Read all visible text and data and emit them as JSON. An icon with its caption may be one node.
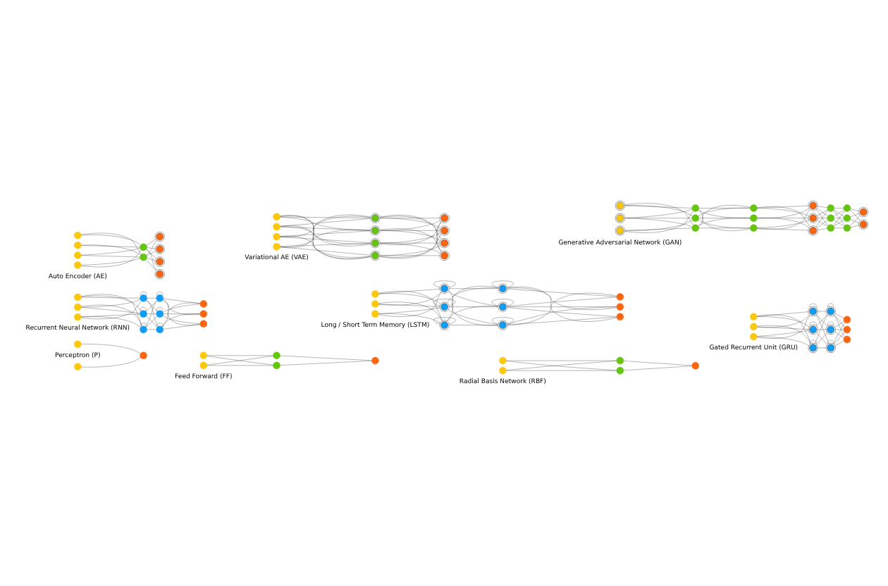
{
  "diagram": {
    "nodes": [
      {
        "text": [],
        "shape": "circle"
      },
      {
        "text": [],
        "shape": "circle"
      },
      {
        "text": [],
        "shape": "circle"
      },
      {
        "text": [],
        "shape": "circle"
      },
      {
        "text": [],
        "shape": "circle"
      },
      {
        "text": [],
        "shape": "circle"
      },
      {
        "text": [],
        "shape": "circle"
      },
      {
        "text": [],
        "shape": "circle"
      },
      {
        "text": [],
        "shape": "circle"
      },
      {
        "text": [],
        "shape": "circle"
      },
      {
        "text": [],
        "shape": "circle"
      },
      {
        "text": [],
        "shape": "circle"
      },
      {
        "text": [],
        "shape": "circle"
      },
      {
        "text": [],
        "shape": "circle"
      },
      {
        "text": [],
        "shape": "circle"
      },
      {
        "text": [],
        "shape": "circle"
      },
      {
        "text": [],
        "shape": "circle"
      },
      {
        "text": [],
        "shape": "circle"
      },
      {
        "text": [],
        "shape": "circle"
      },
      {
        "text": [],
        "shape": "circle"
      },
      {
        "text": [],
        "shape": "circle"
      },
      {
        "text": [],
        "shape": "circle"
      },
      {
        "text": [],
        "shape": "circle"
      },
      {
        "text": [],
        "shape": "circle"
      },
      {
        "text": [],
        "shape": "circle"
      },
      {
        "text": [],
        "shape": "circle"
      },
      {
        "text": [],
        "shape": "circle"
      },
      {
        "text": [],
        "shape": "circle"
      },
      {
        "text": [],
        "shape": "circle"
      },
      {
        "text": [],
        "shape": "circle"
      },
      {
        "text": [],
        "shape": "circle"
      },
      {
        "text": [],
        "shape": "circle"
      },
      {
        "text": [],
        "shape": "circle"
      },
      {
        "text": [],
        "shape": "circle"
      },
      {
        "text": [],
        "shape": "circle"
      },
      {
        "text": [],
        "shape": "circle"
      },
      {
        "text": [],
        "shape": "circle"
      },
      {
        "text": [],
        "shape": "circle"
      },
      {
        "text": [],
        "shape": "circle"
      },
      {
        "text": [],
        "shape": "circle"
      },
      {
        "text": [],
        "shape": "circle"
      },
      {
        "text": [],
        "shape": "circle"
      },
      {
        "text": [],
        "shape": "circle"
      },
      {
        "text": [],
        "shape": "circle"
      },
      {
        "text": [],
        "shape": "circle"
      },
      {
        "text": [],
        "shape": "circle"
      },
      {
        "text": [],
        "shape": "circle"
      },
      {
        "text": [],
        "shape": "circle"
      },
      {
        "text": [],
        "shape": "circle"
      },
      {
        "text": [],
        "shape": "circle"
      },
      {
        "text": [],
        "shape": "circle"
      },
      {
        "text": [],
        "shape": "circle"
      },
      {
        "text": [],
        "shape": "circle"
      },
      {
        "text": [],
        "shape": "circle"
      },
      {
        "text": [],
        "shape": "circle"
      },
      {
        "text": [],
        "shape": "circle"
      },
      {
        "text": [],
        "shape": "circle"
      },
      {
        "text": [],
        "shape": "circle"
      },
      {
        "text": [],
        "shape": "circle"
      },
      {
        "text": [],
        "shape": "circle"
      },
      {
        "text": [],
        "shape": "circle"
      },
      {
        "text": [],
        "shape": "circle"
      },
      {
        "text": [],
        "shape": "circle"
      },
      {
        "text": [],
        "shape": "circle"
      },
      {
        "text": [],
        "shape": "circle"
      },
      {
        "text": [],
        "shape": "circle"
      },
      {
        "text": [],
        "shape": "circle"
      },
      {
        "text": [],
        "shape": "circle"
      },
      {
        "text": [],
        "shape": "circle"
      },
      {
        "text": [],
        "shape": "circle"
      },
      {
        "text": [],
        "shape": "circle"
      },
      {
        "text": [],
        "shape": "circle"
      },
      {
        "text": [],
        "shape": "circle"
      },
      {
        "text": [],
        "shape": "circle"
      },
      {
        "text": [],
        "shape": "circle"
      },
      {
        "text": [],
        "shape": "circle"
      },
      {
        "text": [],
        "shape": "circle"
      },
      {
        "text": [],
        "shape": "circle"
      },
      {
        "text": [],
        "shape": "circle"
      },
      {
        "text": [],
        "shape": "circle"
      },
      {
        "text": [],
        "shape": "circle"
      },
      {
        "text": [],
        "shape": "circle"
      },
      {
        "text": [],
        "shape": "circle"
      },
      {
        "text": [],
        "shape": "circle"
      },
      {
        "text": [],
        "shape": "circle"
      },
      {
        "text": [],
        "shape": "circle"
      },
      {
        "text": [],
        "shape": "circle"
      },
      {
        "text": [],
        "shape": "circle"
      },
      {
        "text": [],
        "shape": "circle"
      },
      {
        "text": [],
        "shape": "circle"
      },
      {
        "text": [],
        "shape": "circle"
      }
    ],
    "edges": [
      {
        "from": 0,
        "to": 2,
        "arrow": "none"
      },
      {
        "from": 1,
        "to": 2,
        "arrow": "none"
      },
      {
        "from": 3,
        "to": 5,
        "arrow": "none"
      },
      {
        "from": 3,
        "to": 6,
        "arrow": "none"
      },
      {
        "from": 4,
        "to": 5,
        "arrow": "none"
      },
      {
        "from": 4,
        "to": 6,
        "arrow": "none"
      },
      {
        "from": 5,
        "to": 7,
        "arrow": "none"
      },
      {
        "from": 6,
        "to": 7,
        "arrow": "none"
      },
      {
        "from": 8,
        "to": 10,
        "arrow": "none"
      },
      {
        "from": 8,
        "to": 11,
        "arrow": "none"
      },
      {
        "from": 9,
        "to": 10,
        "arrow": "none"
      },
      {
        "from": 9,
        "to": 11,
        "arrow": "none"
      },
      {
        "from": 10,
        "to": 12,
        "arrow": "none"
      },
      {
        "from": 11,
        "to": 12,
        "arrow": "none"
      },
      {
        "from": 13,
        "to": 16,
        "arrow": "none"
      },
      {
        "from": 13,
        "to": 17,
        "arrow": "none"
      },
      {
        "from": 13,
        "to": 18,
        "arrow": "none"
      },
      {
        "from": 14,
        "to": 16,
        "arrow": "none"
      },
      {
        "from": 14,
        "to": 17,
        "arrow": "none"
      },
      {
        "from": 14,
        "to": 18,
        "arrow": "none"
      },
      {
        "from": 15,
        "to": 16,
        "arrow": "none"
      },
      {
        "from": 15,
        "to": 17,
        "arrow": "none"
      },
      {
        "from": 15,
        "to": 18,
        "arrow": "none"
      },
      {
        "from": 16,
        "to": 19,
        "arrow": "none"
      },
      {
        "from": 16,
        "to": 20,
        "arrow": "none"
      },
      {
        "from": 16,
        "to": 21,
        "arrow": "none"
      },
      {
        "from": 17,
        "to": 19,
        "arrow": "none"
      },
      {
        "from": 17,
        "to": 20,
        "arrow": "none"
      },
      {
        "from": 17,
        "to": 21,
        "arrow": "none"
      },
      {
        "from": 18,
        "to": 19,
        "arrow": "none"
      },
      {
        "from": 18,
        "to": 20,
        "arrow": "none"
      },
      {
        "from": 18,
        "to": 21,
        "arrow": "none"
      },
      {
        "from": 19,
        "to": 22,
        "arrow": "none"
      },
      {
        "from": 19,
        "to": 23,
        "arrow": "none"
      },
      {
        "from": 19,
        "to": 24,
        "arrow": "none"
      },
      {
        "from": 20,
        "to": 22,
        "arrow": "none"
      },
      {
        "from": 20,
        "to": 23,
        "arrow": "none"
      },
      {
        "from": 20,
        "to": 24,
        "arrow": "none"
      },
      {
        "from": 21,
        "to": 22,
        "arrow": "none"
      },
      {
        "from": 21,
        "to": 23,
        "arrow": "none"
      },
      {
        "from": 21,
        "to": 24,
        "arrow": "none"
      },
      {
        "from": 16,
        "to": 16,
        "arrow": "none"
      },
      {
        "from": 17,
        "to": 17,
        "arrow": "none"
      },
      {
        "from": 18,
        "to": 18,
        "arrow": "none"
      },
      {
        "from": 19,
        "to": 19,
        "arrow": "none"
      },
      {
        "from": 20,
        "to": 20,
        "arrow": "none"
      },
      {
        "from": 21,
        "to": 21,
        "arrow": "none"
      },
      {
        "from": 25,
        "to": 28,
        "arrow": "none"
      },
      {
        "from": 25,
        "to": 29,
        "arrow": "none"
      },
      {
        "from": 25,
        "to": 30,
        "arrow": "none"
      },
      {
        "from": 26,
        "to": 28,
        "arrow": "none"
      },
      {
        "from": 26,
        "to": 29,
        "arrow": "none"
      },
      {
        "from": 26,
        "to": 30,
        "arrow": "none"
      },
      {
        "from": 27,
        "to": 28,
        "arrow": "none"
      },
      {
        "from": 27,
        "to": 29,
        "arrow": "none"
      },
      {
        "from": 27,
        "to": 30,
        "arrow": "none"
      },
      {
        "from": 28,
        "to": 31,
        "arrow": "none"
      },
      {
        "from": 28,
        "to": 32,
        "arrow": "none"
      },
      {
        "from": 28,
        "to": 33,
        "arrow": "none"
      },
      {
        "from": 29,
        "to": 31,
        "arrow": "none"
      },
      {
        "from": 29,
        "to": 32,
        "arrow": "none"
      },
      {
        "from": 29,
        "to": 33,
        "arrow": "none"
      },
      {
        "from": 30,
        "to": 31,
        "arrow": "none"
      },
      {
        "from": 30,
        "to": 32,
        "arrow": "none"
      },
      {
        "from": 30,
        "to": 33,
        "arrow": "none"
      },
      {
        "from": 31,
        "to": 34,
        "arrow": "none"
      },
      {
        "from": 31,
        "to": 35,
        "arrow": "none"
      },
      {
        "from": 31,
        "to": 36,
        "arrow": "none"
      },
      {
        "from": 32,
        "to": 34,
        "arrow": "none"
      },
      {
        "from": 32,
        "to": 35,
        "arrow": "none"
      },
      {
        "from": 32,
        "to": 36,
        "arrow": "none"
      },
      {
        "from": 33,
        "to": 34,
        "arrow": "none"
      },
      {
        "from": 33,
        "to": 35,
        "arrow": "none"
      },
      {
        "from": 33,
        "to": 36,
        "arrow": "none"
      },
      {
        "from": 28,
        "to": 28,
        "arrow": "none"
      },
      {
        "from": 29,
        "to": 29,
        "arrow": "none"
      },
      {
        "from": 30,
        "to": 30,
        "arrow": "none"
      },
      {
        "from": 31,
        "to": 31,
        "arrow": "none"
      },
      {
        "from": 32,
        "to": 32,
        "arrow": "none"
      },
      {
        "from": 33,
        "to": 33,
        "arrow": "none"
      },
      {
        "from": 37,
        "to": 40,
        "arrow": "none"
      },
      {
        "from": 37,
        "to": 41,
        "arrow": "none"
      },
      {
        "from": 37,
        "to": 42,
        "arrow": "none"
      },
      {
        "from": 38,
        "to": 40,
        "arrow": "none"
      },
      {
        "from": 38,
        "to": 41,
        "arrow": "none"
      },
      {
        "from": 38,
        "to": 42,
        "arrow": "none"
      },
      {
        "from": 39,
        "to": 40,
        "arrow": "none"
      },
      {
        "from": 39,
        "to": 41,
        "arrow": "none"
      },
      {
        "from": 39,
        "to": 42,
        "arrow": "none"
      },
      {
        "from": 40,
        "to": 43,
        "arrow": "none"
      },
      {
        "from": 40,
        "to": 44,
        "arrow": "none"
      },
      {
        "from": 40,
        "to": 45,
        "arrow": "none"
      },
      {
        "from": 41,
        "to": 43,
        "arrow": "none"
      },
      {
        "from": 41,
        "to": 44,
        "arrow": "none"
      },
      {
        "from": 41,
        "to": 45,
        "arrow": "none"
      },
      {
        "from": 42,
        "to": 43,
        "arrow": "none"
      },
      {
        "from": 42,
        "to": 44,
        "arrow": "none"
      },
      {
        "from": 42,
        "to": 45,
        "arrow": "none"
      },
      {
        "from": 43,
        "to": 46,
        "arrow": "none"
      },
      {
        "from": 43,
        "to": 47,
        "arrow": "none"
      },
      {
        "from": 43,
        "to": 48,
        "arrow": "none"
      },
      {
        "from": 44,
        "to": 46,
        "arrow": "none"
      },
      {
        "from": 44,
        "to": 47,
        "arrow": "none"
      },
      {
        "from": 44,
        "to": 48,
        "arrow": "none"
      },
      {
        "from": 45,
        "to": 46,
        "arrow": "none"
      },
      {
        "from": 45,
        "to": 47,
        "arrow": "none"
      },
      {
        "from": 45,
        "to": 48,
        "arrow": "none"
      },
      {
        "from": 40,
        "to": 40,
        "arrow": "none"
      },
      {
        "from": 41,
        "to": 41,
        "arrow": "none"
      },
      {
        "from": 42,
        "to": 42,
        "arrow": "none"
      },
      {
        "from": 43,
        "to": 43,
        "arrow": "none"
      },
      {
        "from": 44,
        "to": 44,
        "arrow": "none"
      },
      {
        "from": 45,
        "to": 45,
        "arrow": "none"
      },
      {
        "from": 49,
        "to": 53,
        "arrow": "none"
      },
      {
        "from": 49,
        "to": 54,
        "arrow": "none"
      },
      {
        "from": 50,
        "to": 53,
        "arrow": "none"
      },
      {
        "from": 50,
        "to": 54,
        "arrow": "none"
      },
      {
        "from": 51,
        "to": 53,
        "arrow": "none"
      },
      {
        "from": 51,
        "to": 54,
        "arrow": "none"
      },
      {
        "from": 52,
        "to": 53,
        "arrow": "none"
      },
      {
        "from": 52,
        "to": 54,
        "arrow": "none"
      },
      {
        "from": 53,
        "to": 55,
        "arrow": "none"
      },
      {
        "from": 53,
        "to": 56,
        "arrow": "none"
      },
      {
        "from": 53,
        "to": 57,
        "arrow": "none"
      },
      {
        "from": 53,
        "to": 58,
        "arrow": "none"
      },
      {
        "from": 54,
        "to": 55,
        "arrow": "none"
      },
      {
        "from": 54,
        "to": 56,
        "arrow": "none"
      },
      {
        "from": 54,
        "to": 57,
        "arrow": "none"
      },
      {
        "from": 54,
        "to": 58,
        "arrow": "none"
      },
      {
        "from": 59,
        "to": 63,
        "arrow": "none"
      },
      {
        "from": 59,
        "to": 64,
        "arrow": "none"
      },
      {
        "from": 59,
        "to": 65,
        "arrow": "none"
      },
      {
        "from": 59,
        "to": 66,
        "arrow": "none"
      },
      {
        "from": 60,
        "to": 63,
        "arrow": "none"
      },
      {
        "from": 60,
        "to": 64,
        "arrow": "none"
      },
      {
        "from": 60,
        "to": 65,
        "arrow": "none"
      },
      {
        "from": 60,
        "to": 66,
        "arrow": "none"
      },
      {
        "from": 61,
        "to": 63,
        "arrow": "none"
      },
      {
        "from": 61,
        "to": 64,
        "arrow": "none"
      },
      {
        "from": 61,
        "to": 65,
        "arrow": "none"
      },
      {
        "from": 61,
        "to": 66,
        "arrow": "none"
      },
      {
        "from": 62,
        "to": 63,
        "arrow": "none"
      },
      {
        "from": 62,
        "to": 64,
        "arrow": "none"
      },
      {
        "from": 62,
        "to": 65,
        "arrow": "none"
      },
      {
        "from": 62,
        "to": 66,
        "arrow": "none"
      },
      {
        "from": 63,
        "to": 67,
        "arrow": "none"
      },
      {
        "from": 63,
        "to": 68,
        "arrow": "none"
      },
      {
        "from": 63,
        "to": 69,
        "arrow": "none"
      },
      {
        "from": 63,
        "to": 70,
        "arrow": "none"
      },
      {
        "from": 64,
        "to": 67,
        "arrow": "none"
      },
      {
        "from": 64,
        "to": 68,
        "arrow": "none"
      },
      {
        "from": 64,
        "to": 69,
        "arrow": "none"
      },
      {
        "from": 64,
        "to": 70,
        "arrow": "none"
      },
      {
        "from": 65,
        "to": 67,
        "arrow": "none"
      },
      {
        "from": 65,
        "to": 68,
        "arrow": "none"
      },
      {
        "from": 65,
        "to": 69,
        "arrow": "none"
      },
      {
        "from": 65,
        "to": 70,
        "arrow": "none"
      },
      {
        "from": 66,
        "to": 67,
        "arrow": "none"
      },
      {
        "from": 66,
        "to": 68,
        "arrow": "none"
      },
      {
        "from": 66,
        "to": 69,
        "arrow": "none"
      },
      {
        "from": 66,
        "to": 70,
        "arrow": "none"
      },
      {
        "from": 71,
        "to": 74,
        "arrow": "none"
      },
      {
        "from": 71,
        "to": 75,
        "arrow": "none"
      },
      {
        "from": 71,
        "to": 76,
        "arrow": "none"
      },
      {
        "from": 72,
        "to": 74,
        "arrow": "none"
      },
      {
        "from": 72,
        "to": 75,
        "arrow": "none"
      },
      {
        "from": 72,
        "to": 76,
        "arrow": "none"
      },
      {
        "from": 73,
        "to": 74,
        "arrow": "none"
      },
      {
        "from": 73,
        "to": 75,
        "arrow": "none"
      },
      {
        "from": 73,
        "to": 76,
        "arrow": "none"
      },
      {
        "from": 74,
        "to": 77,
        "arrow": "none"
      },
      {
        "from": 74,
        "to": 78,
        "arrow": "none"
      },
      {
        "from": 74,
        "to": 79,
        "arrow": "none"
      },
      {
        "from": 75,
        "to": 77,
        "arrow": "none"
      },
      {
        "from": 75,
        "to": 78,
        "arrow": "none"
      },
      {
        "from": 75,
        "to": 79,
        "arrow": "none"
      },
      {
        "from": 76,
        "to": 77,
        "arrow": "none"
      },
      {
        "from": 76,
        "to": 78,
        "arrow": "none"
      },
      {
        "from": 76,
        "to": 79,
        "arrow": "none"
      },
      {
        "from": 77,
        "to": 80,
        "arrow": "none"
      },
      {
        "from": 77,
        "to": 81,
        "arrow": "none"
      },
      {
        "from": 77,
        "to": 82,
        "arrow": "none"
      },
      {
        "from": 78,
        "to": 80,
        "arrow": "none"
      },
      {
        "from": 78,
        "to": 81,
        "arrow": "none"
      },
      {
        "from": 78,
        "to": 82,
        "arrow": "none"
      },
      {
        "from": 79,
        "to": 80,
        "arrow": "none"
      },
      {
        "from": 79,
        "to": 81,
        "arrow": "none"
      },
      {
        "from": 79,
        "to": 82,
        "arrow": "none"
      },
      {
        "from": 80,
        "to": 83,
        "arrow": "none"
      },
      {
        "from": 80,
        "to": 84,
        "arrow": "none"
      },
      {
        "from": 80,
        "to": 85,
        "arrow": "none"
      },
      {
        "from": 81,
        "to": 83,
        "arrow": "none"
      },
      {
        "from": 81,
        "to": 84,
        "arrow": "none"
      },
      {
        "from": 81,
        "to": 85,
        "arrow": "none"
      },
      {
        "from": 82,
        "to": 83,
        "arrow": "none"
      },
      {
        "from": 82,
        "to": 84,
        "arrow": "none"
      },
      {
        "from": 82,
        "to": 85,
        "arrow": "none"
      },
      {
        "from": 83,
        "to": 86,
        "arrow": "none"
      },
      {
        "from": 83,
        "to": 87,
        "arrow": "none"
      },
      {
        "from": 83,
        "to": 88,
        "arrow": "none"
      },
      {
        "from": 84,
        "to": 86,
        "arrow": "none"
      },
      {
        "from": 84,
        "to": 87,
        "arrow": "none"
      },
      {
        "from": 84,
        "to": 88,
        "arrow": "none"
      },
      {
        "from": 85,
        "to": 86,
        "arrow": "none"
      },
      {
        "from": 85,
        "to": 87,
        "arrow": "none"
      },
      {
        "from": 85,
        "to": 88,
        "arrow": "none"
      },
      {
        "from": 86,
        "to": 89,
        "arrow": "none"
      },
      {
        "from": 86,
        "to": 90,
        "arrow": "none"
      },
      {
        "from": 87,
        "to": 89,
        "arrow": "none"
      },
      {
        "from": 87,
        "to": 90,
        "arrow": "none"
      },
      {
        "from": 88,
        "to": 89,
        "arrow": "none"
      },
      {
        "from": 88,
        "to": 90,
        "arrow": "none"
      }
    ],
    "labels": [
      "Perceptron (P)",
      "Feed Forward (FF)",
      "Radial Basis Network (RBF)",
      "Recurrent Neural Network (RNN)",
      "Long / Short Term Memory (LSTM)",
      "Gated Recurrent Unit (GRU)",
      "Auto Encoder (AE)",
      "Variational AE (VAE)",
      "Generative Adversarial Network (GAN)"
    ]
  }
}
